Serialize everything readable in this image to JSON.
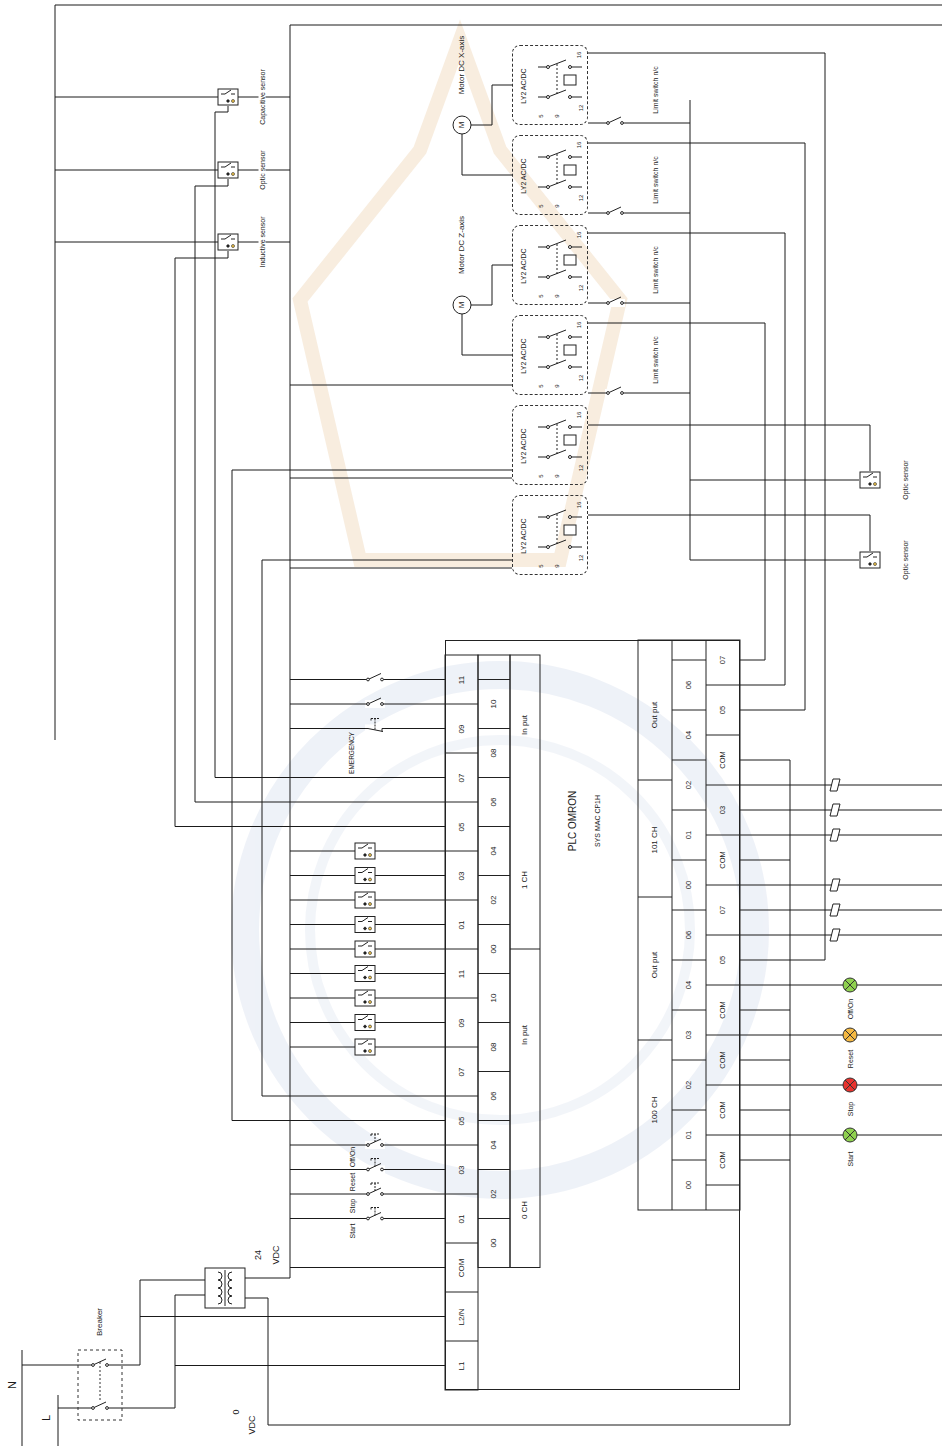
{
  "diagram": {
    "nodes": [
      {
        "text": [
          "PLC OMRON",
          "SYS MAC CP1H"
        ]
      },
      {
        "text": [
          "LY2 AC/DC",
          "5",
          "9",
          "12",
          "16"
        ]
      },
      {
        "text": [
          "LY2 AC/DC",
          "5",
          "9",
          "12",
          "16"
        ]
      },
      {
        "text": [
          "LY2 AC/DC",
          "5",
          "9",
          "12",
          "16"
        ]
      },
      {
        "text": [
          "LY2 AC/DC",
          "5",
          "9",
          "12",
          "16"
        ]
      },
      {
        "text": [
          "LY2 AC/DC",
          "5",
          "9",
          "12",
          "16"
        ]
      },
      {
        "text": [
          "LY2 AC/DC",
          "5",
          "9",
          "12",
          "16"
        ]
      }
    ],
    "edges": [
      {
        "from": 0,
        "to": 1,
        "arrow": "none"
      },
      {
        "from": 0,
        "to": 2,
        "arrow": "none"
      },
      {
        "from": 0,
        "to": 3,
        "arrow": "none"
      },
      {
        "from": 0,
        "to": 4,
        "arrow": "none"
      },
      {
        "from": 0,
        "to": 5,
        "arrow": "none"
      },
      {
        "from": 0,
        "to": 6,
        "arrow": "none"
      }
    ],
    "labels": [
      "N",
      "L",
      "Breaker",
      "24",
      "VDC",
      "0",
      "VDC",
      "Capacitive sensor",
      "Optic sensor",
      "Inductive sensor",
      "Motor DC X-axis",
      "M",
      "Motor DC Z-axis",
      "M",
      "Limit switch n/c",
      "Limit switch n/c",
      "Limit switch n/c",
      "Limit switch n/c",
      "Optic sensor",
      "Optic sensor",
      "EMERGENCY",
      "Start",
      "Stop",
      "Reset",
      "Off/On",
      "11",
      "09",
      "07",
      "05",
      "03",
      "01",
      "11",
      "09",
      "07",
      "05",
      "03",
      "01",
      "COM",
      "L2/N",
      "L1",
      "10",
      "08",
      "06",
      "04",
      "02",
      "00",
      "10",
      "08",
      "06",
      "04",
      "02",
      "00",
      "In put",
      "1 CH",
      "In put",
      "0 CH",
      "Out put",
      "101 CH",
      "Out put",
      "100 CH",
      "07",
      "06",
      "05",
      "04",
      "COM",
      "02",
      "03",
      "01",
      "COM",
      "00",
      "07",
      "06",
      "05",
      "04",
      "COM",
      "03",
      "COM",
      "02",
      "COM",
      "01",
      "COM",
      "00",
      "Off/On",
      "Reset",
      "Stop",
      "Start"
    ]
  }
}
